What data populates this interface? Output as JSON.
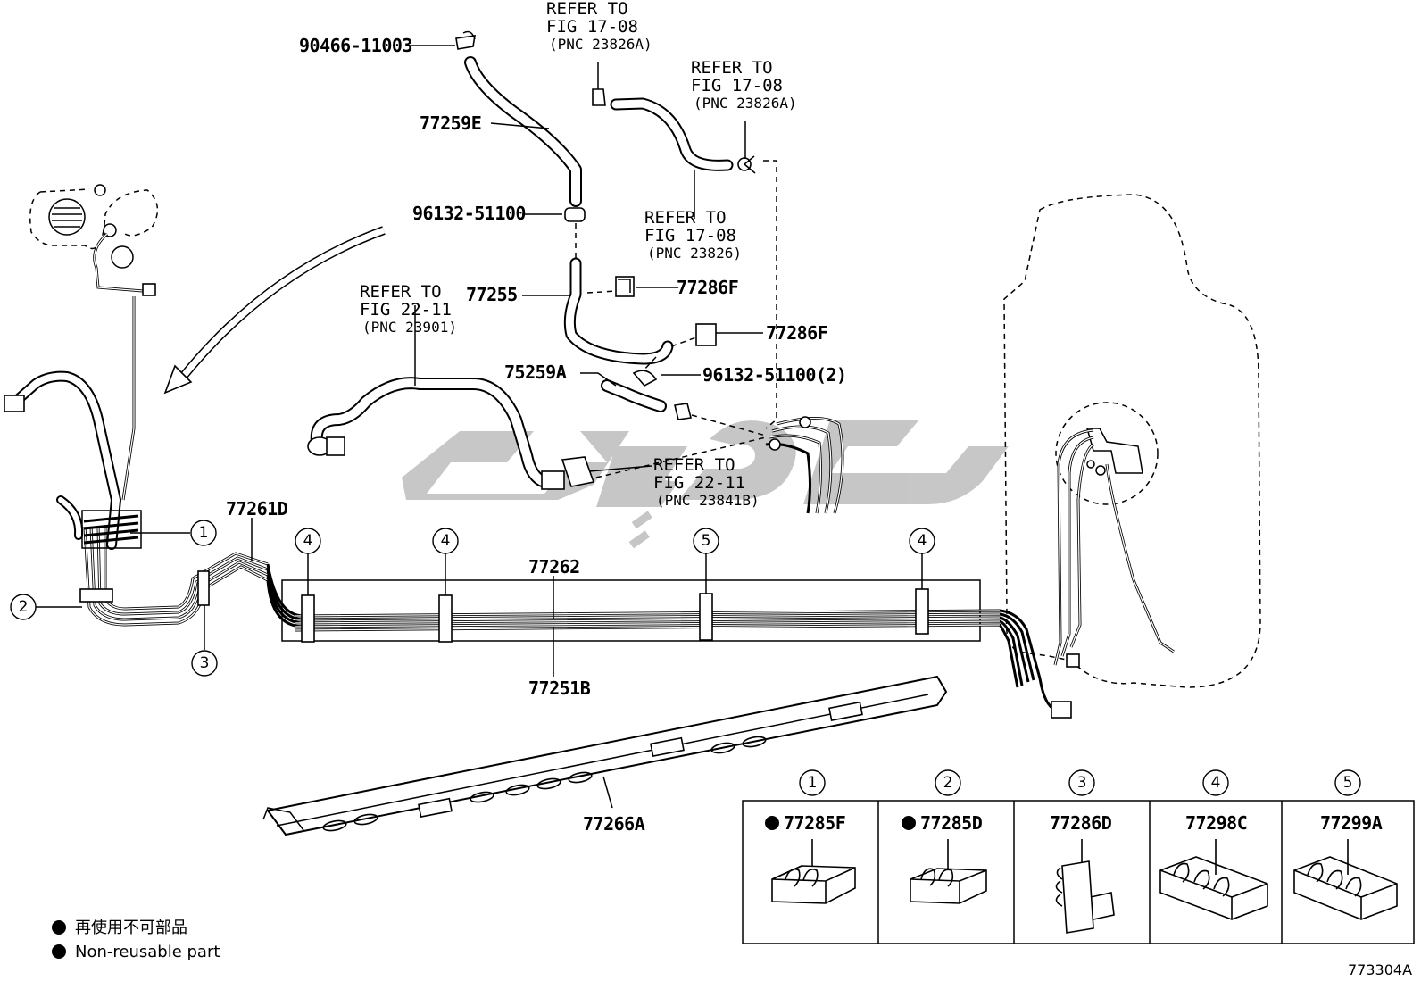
{
  "diagram": {
    "part_labels": {
      "p90466": "90466-11003",
      "p77259E": "77259E",
      "p96132a": "96132-51100",
      "p77255": "77255",
      "p77286F_a": "77286F",
      "p77286F_b": "77286F",
      "p96132b": "96132-51100(2)",
      "p75259A": "75259A",
      "p77261D": "77261D",
      "p77262": "77262",
      "p77251B": "77251B",
      "p77266A": "77266A"
    },
    "refer_notes": {
      "r1": {
        "line1": "REFER TO",
        "line2": "FIG 17-08",
        "line3": "(PNC 23826A)"
      },
      "r2": {
        "line1": "REFER TO",
        "line2": "FIG 17-08",
        "line3": "(PNC 23826A)"
      },
      "r3": {
        "line1": "REFER TO",
        "line2": "FIG 17-08",
        "line3": "(PNC 23826)"
      },
      "r4": {
        "line1": "REFER TO",
        "line2": "FIG 22-11",
        "line3": "(PNC 23901)"
      },
      "r5": {
        "line1": "REFER TO",
        "line2": "FIG 22-11",
        "line3": "(PNC 23841B)"
      }
    },
    "callouts": {
      "c1": "1",
      "c2": "2",
      "c3": "3",
      "c4a": "4",
      "c4b": "4",
      "c5": "5",
      "c4c": "4"
    },
    "clamp_table": {
      "headers": [
        "1",
        "2",
        "3",
        "4",
        "5"
      ],
      "parts": [
        "77285F",
        "77285D",
        "77286D",
        "77298C",
        "77299A"
      ],
      "non_reusable": [
        true,
        true,
        false,
        false,
        false
      ]
    },
    "legend": {
      "jp": "再使用不可部品",
      "en": "Non-reusable part"
    },
    "figure_id": "773304A"
  }
}
